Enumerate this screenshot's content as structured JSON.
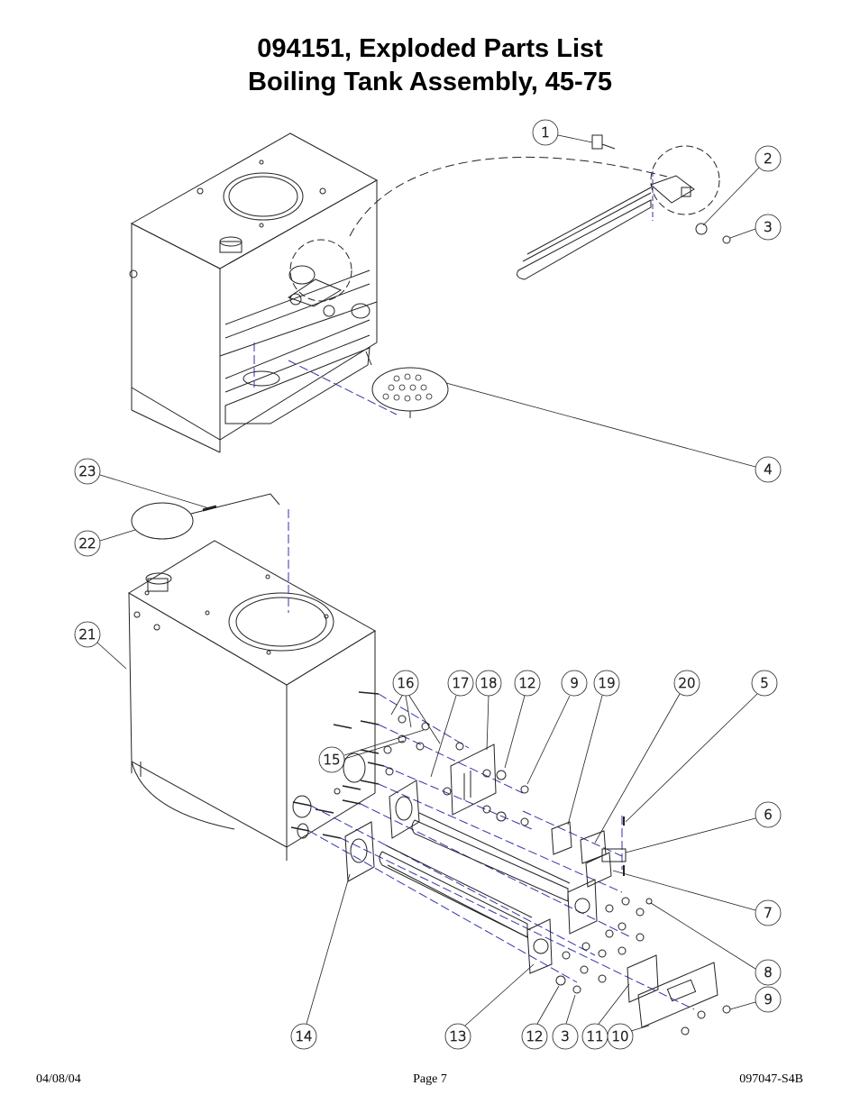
{
  "page": {
    "title_line1": "094151, Exploded Parts List",
    "title_line2": "Boiling Tank Assembly, 45-75"
  },
  "callouts": [
    {
      "id": "c1",
      "label": "1"
    },
    {
      "id": "c2",
      "label": "2"
    },
    {
      "id": "c3a",
      "label": "3"
    },
    {
      "id": "c4",
      "label": "4"
    },
    {
      "id": "c23",
      "label": "23"
    },
    {
      "id": "c22",
      "label": "22"
    },
    {
      "id": "c21",
      "label": "21"
    },
    {
      "id": "c16",
      "label": "16"
    },
    {
      "id": "c17",
      "label": "17"
    },
    {
      "id": "c18",
      "label": "18"
    },
    {
      "id": "c12a",
      "label": "12"
    },
    {
      "id": "c9a",
      "label": "9"
    },
    {
      "id": "c19",
      "label": "19"
    },
    {
      "id": "c20",
      "label": "20"
    },
    {
      "id": "c5",
      "label": "5"
    },
    {
      "id": "c15",
      "label": "15"
    },
    {
      "id": "c6",
      "label": "6"
    },
    {
      "id": "c7",
      "label": "7"
    },
    {
      "id": "c8",
      "label": "8"
    },
    {
      "id": "c9b",
      "label": "9"
    },
    {
      "id": "c14",
      "label": "14"
    },
    {
      "id": "c13",
      "label": "13"
    },
    {
      "id": "c12b",
      "label": "12"
    },
    {
      "id": "c3b",
      "label": "3"
    },
    {
      "id": "c11",
      "label": "11"
    },
    {
      "id": "c10",
      "label": "10"
    }
  ],
  "footer": {
    "date": "04/08/04",
    "page": "Page 7",
    "doc_number": "097047-S4B"
  }
}
